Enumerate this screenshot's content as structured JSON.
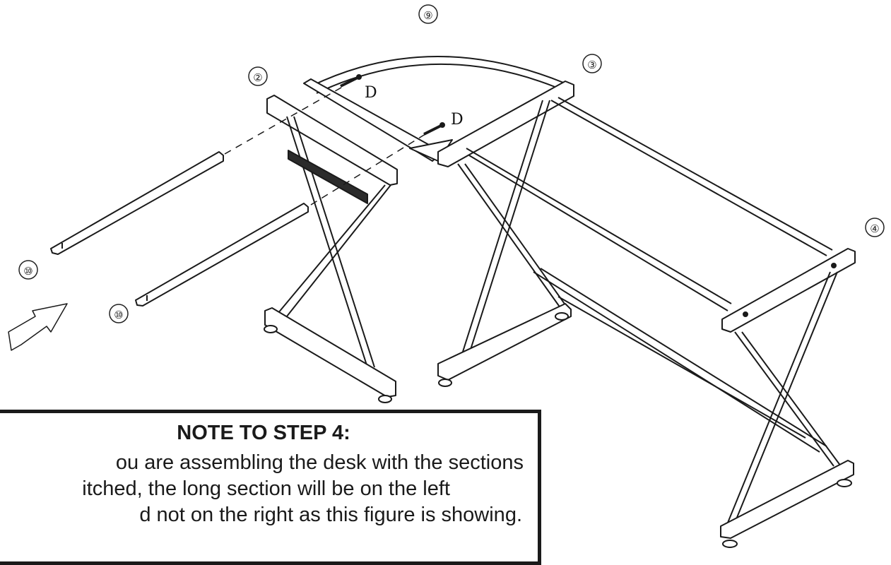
{
  "part_labels": {
    "p9": "⑨",
    "p3": "③",
    "p2": "②",
    "p4": "④",
    "p10a": "⑩",
    "p10b": "⑩"
  },
  "hardware_labels": {
    "d1": "D",
    "d2": "D"
  },
  "note": {
    "title": "NOTE TO STEP 4:",
    "lines": [
      "ou are assembling the desk with the sections",
      "itched, the long section will be on the left",
      "d not on the right as this figure is showing."
    ]
  },
  "colors": {
    "line": "#1a1a1a",
    "beam_dark": "#2b2b2b"
  }
}
